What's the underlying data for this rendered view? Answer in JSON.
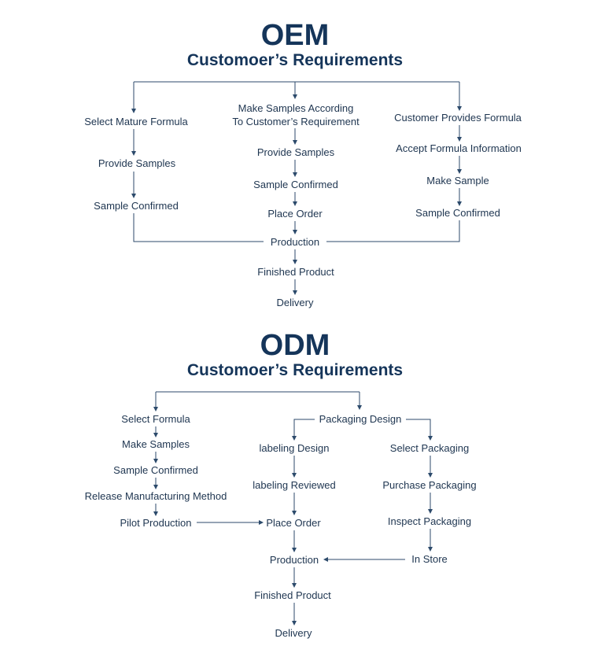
{
  "oem": {
    "title": "OEM",
    "subtitle": "Customoer’s Requirements",
    "left": [
      "Select Mature Formula",
      "Provide Samples",
      "Sample Confirmed"
    ],
    "center": [
      "Make Samples According",
      "To Customer’s Requirement",
      "Provide Samples",
      "Sample Confirmed",
      "Place Order"
    ],
    "right": [
      "Customer Provides Formula",
      "Accept Formula Information",
      "Make Sample",
      "Sample Confirmed"
    ],
    "bottom": [
      "Production",
      "Finished Product",
      "Delivery"
    ]
  },
  "odm": {
    "title": "ODM",
    "subtitle": "Customoer’s Requirements",
    "left": [
      "Select Formula",
      "Make Samples",
      "Sample Confirmed",
      "Release Manufacturing Method",
      "Pilot Production"
    ],
    "packaging": "Packaging Design",
    "middle": [
      "labeling Design",
      "labeling Reviewed",
      "Place Order"
    ],
    "right": [
      "Select Packaging",
      "Purchase Packaging",
      "Inspect Packaging",
      "In Store"
    ],
    "bottom": [
      "Production",
      "Finished Product",
      "Delivery"
    ]
  }
}
